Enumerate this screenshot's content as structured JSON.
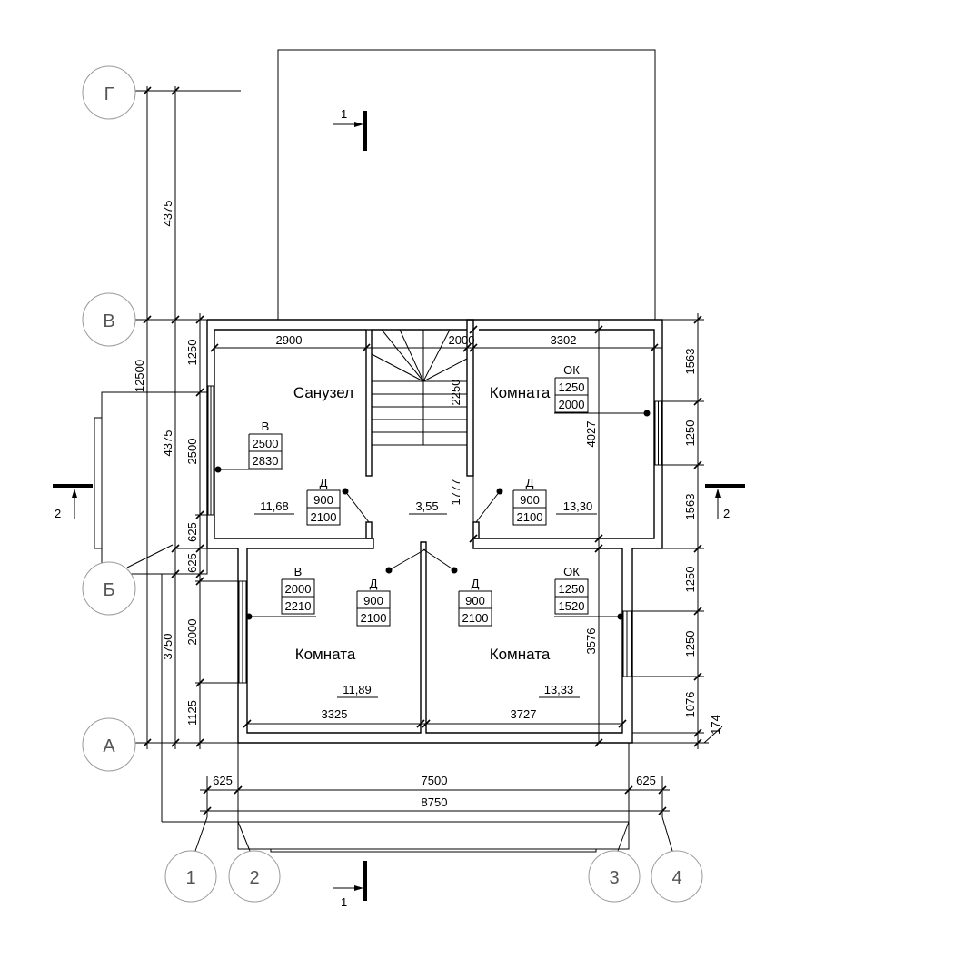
{
  "axes": {
    "rows": [
      "Г",
      "В",
      "Б",
      "А"
    ],
    "cols": [
      "1",
      "2",
      "3",
      "4"
    ]
  },
  "sections": {
    "top": "1",
    "bottom": "1",
    "left": "2",
    "right": "2"
  },
  "rooms": [
    {
      "name": "Санузел",
      "area": "11,68"
    },
    {
      "name": "Комната",
      "area": "13,30"
    },
    {
      "name": "Комната",
      "area": "11,89"
    },
    {
      "name": "Комната",
      "area": "13,33"
    }
  ],
  "corridor_area": "3,55",
  "tags": [
    {
      "type": "В",
      "w": "2500",
      "h": "2830"
    },
    {
      "type": "Д",
      "w": "900",
      "h": "2100"
    },
    {
      "type": "Д",
      "w": "900",
      "h": "2100"
    },
    {
      "type": "ОК",
      "w": "1250",
      "h": "2000"
    },
    {
      "type": "В",
      "w": "2000",
      "h": "2210"
    },
    {
      "type": "Д",
      "w": "900",
      "h": "2100"
    },
    {
      "type": "Д",
      "w": "900",
      "h": "2100"
    },
    {
      "type": "ОК",
      "w": "1250",
      "h": "1520"
    }
  ],
  "dims": {
    "inner_top": [
      "2900",
      "2000",
      "3302"
    ],
    "inner_vert": [
      "2250",
      "4027",
      "1777",
      "3576"
    ],
    "inner_bottom": [
      "3325",
      "3727"
    ],
    "left_outer": [
      "4375",
      "12500",
      "4375",
      "3750"
    ],
    "left_inner": [
      "1250",
      "2500",
      "625",
      "625",
      "2000",
      "1125"
    ],
    "right": [
      "1563",
      "1250",
      "1563",
      "1250",
      "1250",
      "1076",
      "174"
    ],
    "bottom": [
      "625",
      "7500",
      "625",
      "8750"
    ]
  }
}
